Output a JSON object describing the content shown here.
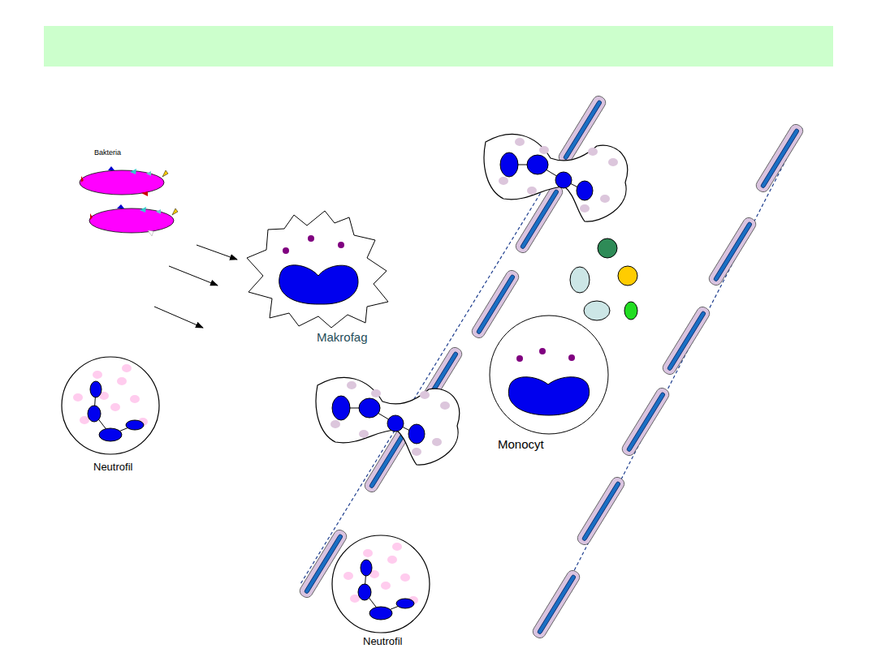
{
  "diagram": {
    "labels": [
      "Bakteria",
      "Makrofag",
      "Monocyt",
      "Neutrofil",
      "Neutrofil"
    ]
  }
}
